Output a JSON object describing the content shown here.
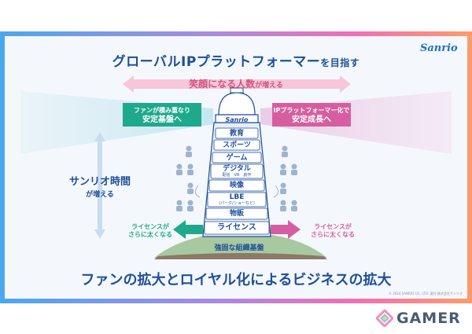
{
  "slide": {
    "logo": "Sanrio",
    "title_main": "グローバルIPプラットフォーマー",
    "title_tail": "を目指す",
    "band_main": "笑顔になる人数",
    "band_tail": "が増える",
    "box_left_line1": "ファンが積み重なり",
    "box_left_line2": "安定基盤へ",
    "box_right_line1": "IPプラットフォーマー化で",
    "box_right_line2": "安定成長へ",
    "time_main": "サンリオ時間",
    "time_tail": "が増える",
    "license_left_1": "ライセンスが",
    "license_left_2": "さらに太くなる",
    "license_right_1": "ライセンスが",
    "license_right_2": "さらに太くなる",
    "tower_logo": "Sanrio",
    "floors": [
      {
        "label": "教育",
        "sub": ""
      },
      {
        "label": "スポーツ",
        "sub": ""
      },
      {
        "label": "ゲーム",
        "sub": ""
      },
      {
        "label": "デジタル",
        "sub": "配信　VR　創作"
      },
      {
        "label": "映像",
        "sub": ""
      },
      {
        "label": "LBE",
        "sub": "(パーク/ショーなど)"
      },
      {
        "label": "物販",
        "sub": ""
      },
      {
        "label": "ライセンス",
        "sub": ""
      }
    ],
    "ground_label": "強固な組織基盤",
    "bottom_text": "ファンの拡大とロイヤル化によるビジネスの拡大",
    "copyright": "© 2024 SANRIO CO., LTD. 著作 株式会社サンリオ"
  },
  "watermark": {
    "text": "GAMER"
  },
  "colors": {
    "navy": "#1f4f9a",
    "green": "#1fa98c",
    "pink": "#d65ea0",
    "band_pink": "#f7c6d9",
    "light_blue": "#c9dcf0"
  }
}
